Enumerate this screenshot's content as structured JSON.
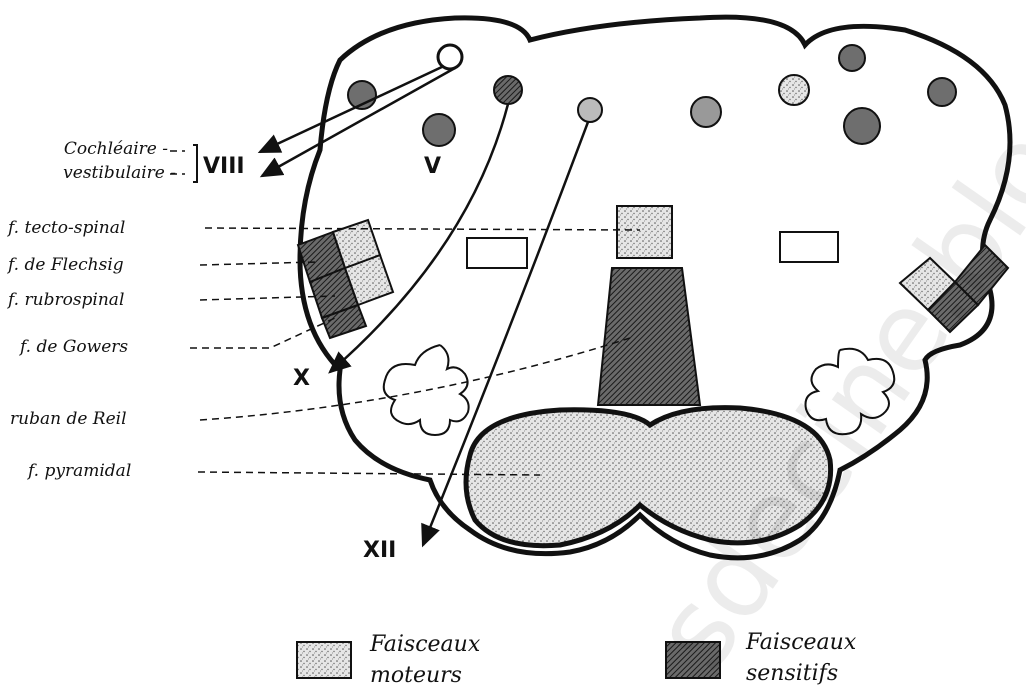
{
  "labels": {
    "cochleaire": "Cochléaire -",
    "vestibulaire": "vestibulaire -",
    "nerve_viii": "VIII",
    "nerve_v": "V",
    "nerve_x": "X",
    "nerve_xii": "XII",
    "tecto_spinal": "f. tecto-spinal",
    "flechsig": "f. de Flechsig",
    "rubrospinal": "f. rubrospinal",
    "gowers": "f. de Gowers",
    "ruban_reil": "ruban de Reil",
    "pyramidal": "f. pyramidal"
  },
  "legend": {
    "motor_line1": "Faisceaux",
    "motor_line2": "moteurs",
    "sensory_line1": "Faisceaux",
    "sensory_line2": "sensitifs"
  },
  "watermark": "sdecine.blogspot",
  "colors": {
    "ink": "#111111",
    "sensory_fill": "#4a4a4a",
    "motor_fill": "#d9d9d9",
    "nucleus_fill": "#6e6e6e"
  }
}
